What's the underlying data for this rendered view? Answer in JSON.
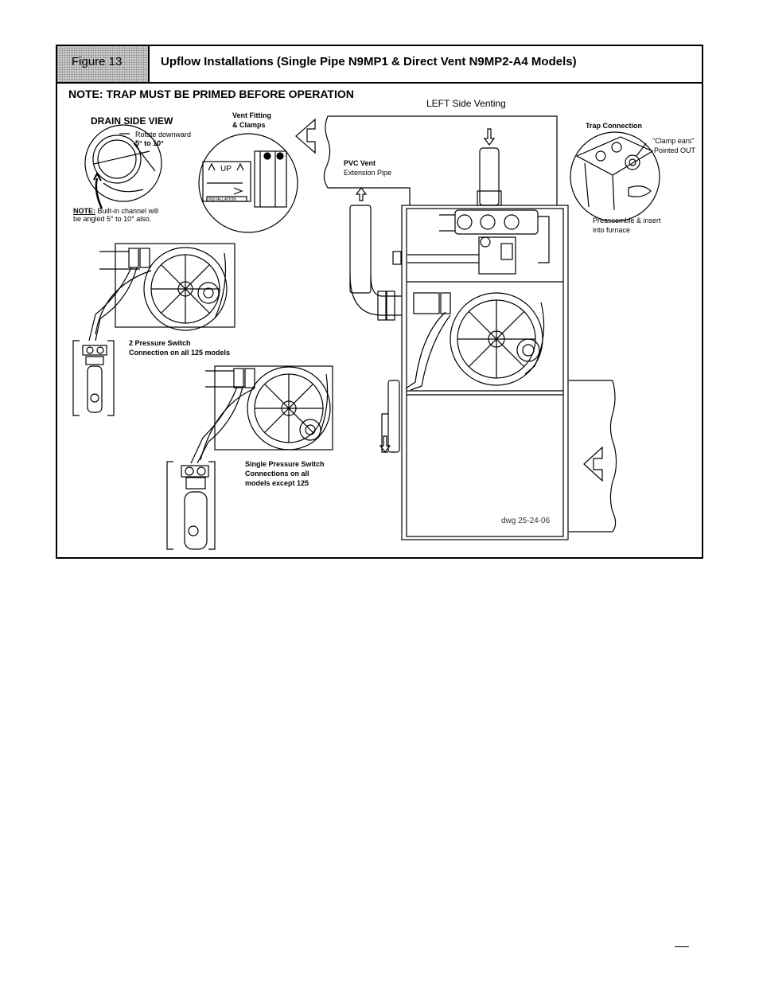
{
  "figure": {
    "tag": "Figure 13",
    "title": "Upflow Installations (Single Pipe N9MP1 & Direct Vent N9MP2-A4 Models)",
    "note": "NOTE: TRAP MUST BE PRIMED BEFORE OPERATION"
  },
  "labels": {
    "left_side_venting": "LEFT Side Venting",
    "drain_side_view": "DRAIN SIDE VIEW",
    "rotate_line1": "Rotate downward",
    "rotate_line2": "5° to 10°",
    "builtin_note_prefix": "NOTE:",
    "builtin_note_line1": " Built-in channel will",
    "builtin_note_line2": "be angled 5° to 10°  also.",
    "vent_fitting_line1": "Vent Fitting",
    "vent_fitting_line2": "& Clamps",
    "pvc_vent_line1": "PVC Vent",
    "pvc_vent_line2": "Extension  Pipe",
    "trap_connection": "Trap Connection",
    "clamp_ears_line1": "\"Clamp ears\"",
    "clamp_ears_line2": "Pointed OUT",
    "preassemble_line1": "Preassemble & insert",
    "preassemble_line2": "into furnace",
    "two_switch_line1": "2 Pressure Switch",
    "two_switch_line2": "Connection on all  125 models",
    "single_switch_line1": "Single Pressure Switch",
    "single_switch_line2": "Connections on all",
    "single_switch_line3": "models except 125",
    "dwg_number": "dwg 25-24-06",
    "up_label": "UP",
    "installation_label": "INSTALLATION"
  },
  "icons": [
    "airflow-arrow-icon",
    "vent-arrow-icon",
    "inlet-arrow-icon"
  ]
}
